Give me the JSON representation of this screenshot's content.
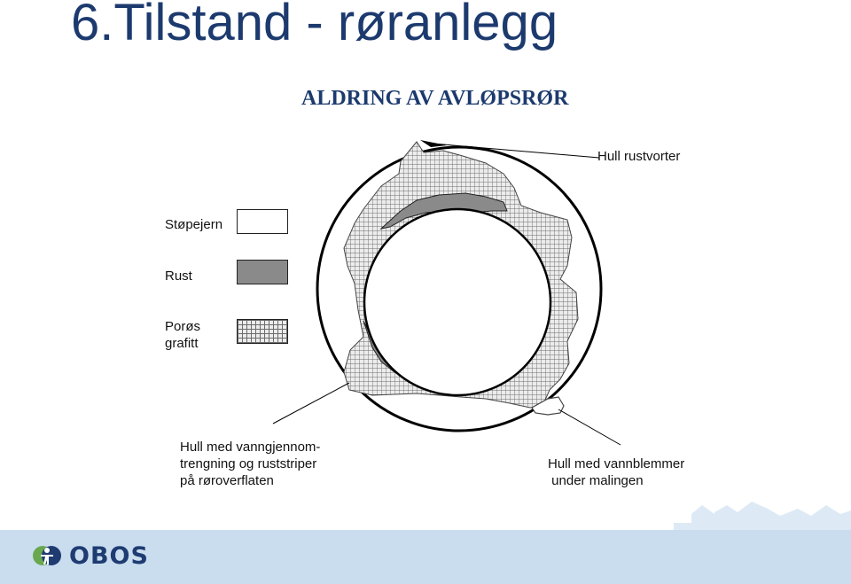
{
  "slide": {
    "title": "6.Tilstand - røranlegg"
  },
  "diagram": {
    "title": "ALDRING AV AVLØPSRØR",
    "labels": {
      "hull_rustvorter": "Hull rustvorter",
      "hull_vann_lines": [
        "Hull med vanngjennom-",
        "trengning og ruststriper",
        "på røroverflaten"
      ],
      "hull_blemmer_lines": [
        "Hull med vannblemmer",
        " under malingen"
      ]
    },
    "legend": [
      {
        "label": "Støpejern",
        "fill": "white"
      },
      {
        "label": "Rust",
        "fill": "gray"
      },
      {
        "label_lines": [
          "Porøs",
          "grafitt"
        ],
        "fill": "grid"
      }
    ]
  },
  "footer": {
    "logo_text": "OBOS",
    "band_color": "#c9ddef",
    "skyline_color": "#ffffff"
  },
  "colors": {
    "title": "#1c3a6e",
    "rust": "#8a8a8a",
    "graphite_bg": "#ececec",
    "graphite_grid": "#6c6c6c"
  }
}
